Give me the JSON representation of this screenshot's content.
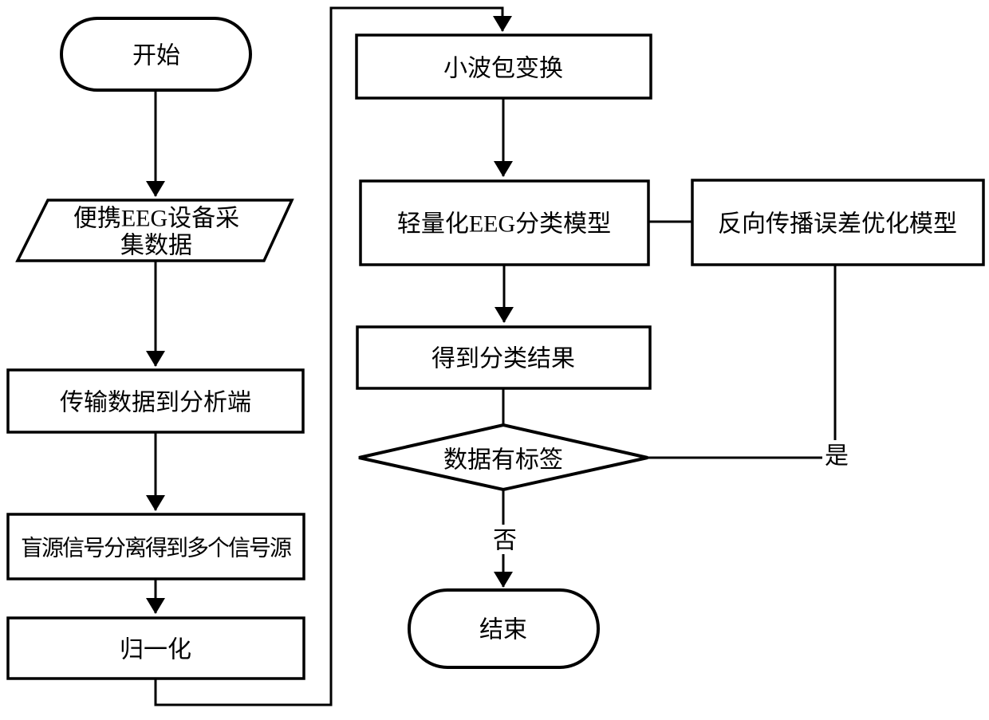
{
  "diagram": {
    "type": "flowchart",
    "background_color": "#ffffff",
    "stroke_color": "#000000",
    "nodes": {
      "start": {
        "shape": "stadium",
        "label": "开始"
      },
      "collect": {
        "shape": "parallelogram",
        "label": "便携EEG设备采集数据",
        "line1": "便携EEG设备采",
        "line2": "集数据"
      },
      "transmit": {
        "shape": "process",
        "label": "传输数据到分析端"
      },
      "separate": {
        "shape": "process",
        "label": "盲源信号分离得到多个信号源"
      },
      "normalize": {
        "shape": "process",
        "label": "归一化"
      },
      "wavelet": {
        "shape": "process",
        "label": "小波包变换"
      },
      "classify": {
        "shape": "process",
        "label": "轻量化EEG分类模型"
      },
      "backprop": {
        "shape": "process",
        "label": "反向传播误差优化模型"
      },
      "result": {
        "shape": "process",
        "label": "得到分类结果"
      },
      "decision": {
        "shape": "decision",
        "label": "数据有标签"
      },
      "end": {
        "shape": "stadium",
        "label": "结束"
      }
    },
    "edge_labels": {
      "yes": "是",
      "no": "否"
    }
  }
}
